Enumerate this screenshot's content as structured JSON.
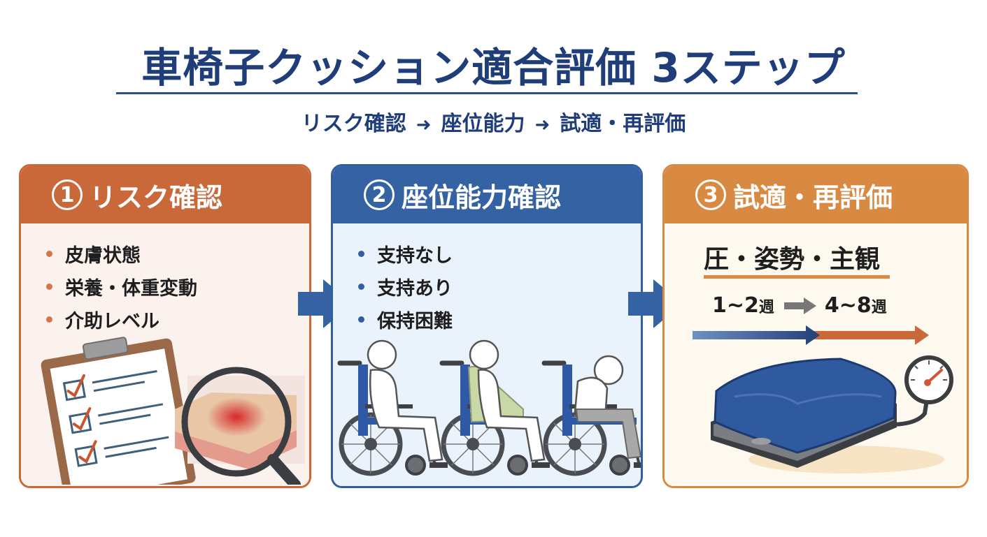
{
  "header": {
    "title": "車椅子クッション適合評価 3ステップ",
    "subtitle_steps": [
      "リスク確認",
      "座位能力",
      "試適・再評価"
    ],
    "subtitle_arrow": "➜"
  },
  "colors": {
    "title_navy": "#1f3d78",
    "step1_orange": "#c9693a",
    "step2_blue": "#3462a3",
    "step3_amber": "#d98a42"
  },
  "steps": [
    {
      "number": "1",
      "title": "リスク確認",
      "bullets": [
        "皮膚状態",
        "栄養・体重変動",
        "介助レベル"
      ],
      "illustration": "clipboard-checklist-and-magnifier-on-skin"
    },
    {
      "number": "2",
      "title": "座位能力確認",
      "bullets": [
        "支持なし",
        "支持あり",
        "保持困難"
      ],
      "illustration": "three-wheelchair-users"
    },
    {
      "number": "3",
      "title": "試適・再評価",
      "check_items": "圧・姿勢・主観",
      "timeline": {
        "first": "1~2",
        "second": "4~8",
        "unit": "週"
      },
      "illustration": "cushion-with-pressure-gauge"
    }
  ]
}
